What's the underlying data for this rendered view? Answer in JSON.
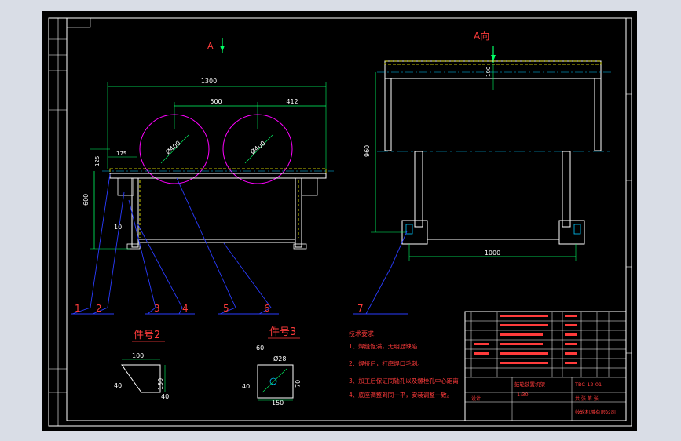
{
  "colors": {
    "background": "#d9dde6",
    "sheet": "#000000",
    "frame": "#ffffff",
    "dimension": "#00ff66",
    "part_red": "#ff3b3b",
    "leader_blue": "#2a3cff",
    "circle_magenta": "#ff00ff",
    "centerline_cyan": "#00c8ff",
    "hidden_yellow": "#ffff00"
  },
  "view_labels": {
    "front": "A",
    "side": "A向"
  },
  "dimensions": {
    "overall_width": "1300",
    "center_spacing": "500",
    "right_offset": "412",
    "left_offset": "175",
    "top_small": "125",
    "height": "600",
    "foot": "10",
    "drum_1": "Ø400",
    "drum_2": "Ø400",
    "side_height": "960",
    "side_top": "100",
    "side_width": "1000"
  },
  "balloons": [
    "1",
    "2",
    "3",
    "4",
    "5",
    "6",
    "7"
  ],
  "detail_2": {
    "title": "件号2",
    "dims": {
      "top": "100",
      "left": "40",
      "right": "150",
      "bottom": "40"
    }
  },
  "detail_3": {
    "title": "件号3",
    "dims": {
      "top": "60",
      "hole": "Ø28",
      "left": "40",
      "right": "70",
      "bottom": "150"
    }
  },
  "tech_notes": {
    "heading": "技术要求:",
    "items": [
      "1、焊缝饱满，无明显缺陷",
      "2、焊接后，打磨焊口毛刺。",
      "3、加工后保证同轴孔以及螺栓孔中心距离",
      "4、底座调整到同一平，安装调整一致。"
    ]
  },
  "title_block": {
    "name": "鼓轮装置机架",
    "scale": "1:30",
    "drawing_no": "TBC-12-01",
    "company": "鼓轮机械有限公司",
    "designer": "设计",
    "sheet_label": "共 张 第 张"
  }
}
